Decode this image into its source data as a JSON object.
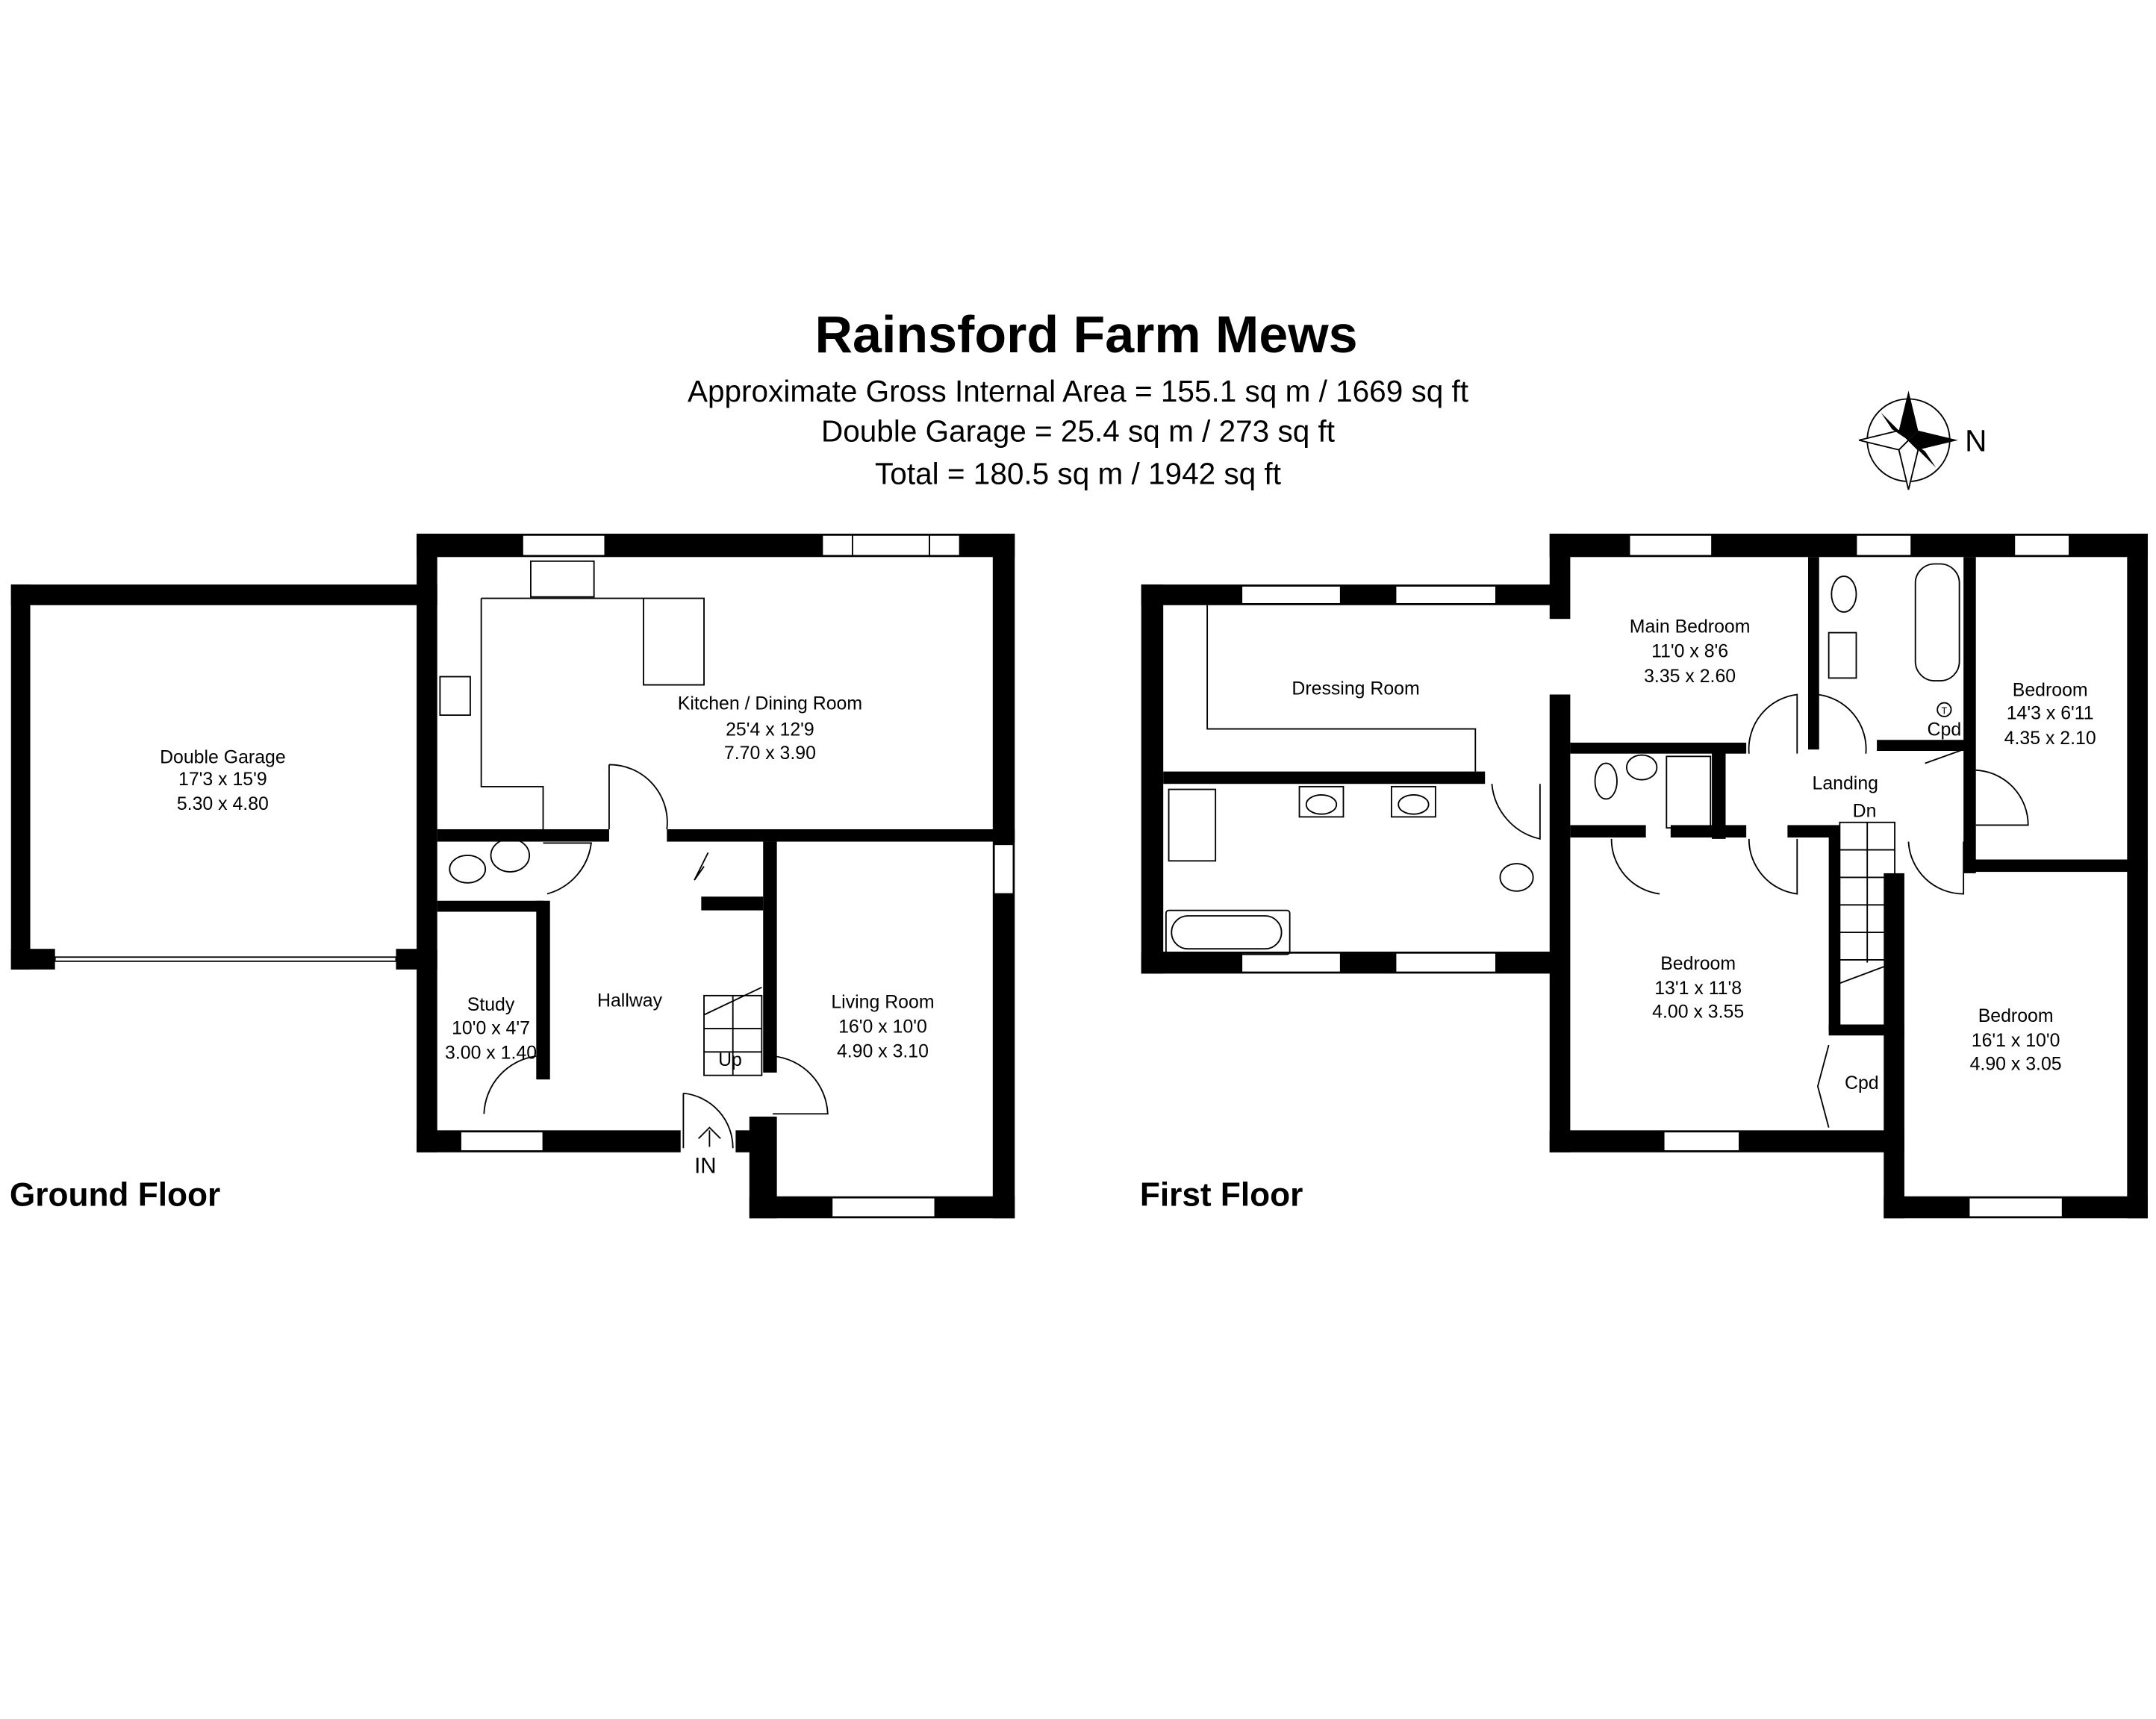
{
  "header": {
    "title": "Rainsford Farm Mews",
    "lines": [
      "Approximate Gross Internal Area = 155.1 sq m / 1669 sq ft",
      "Double Garage = 25.4 sq m / 273 sq ft",
      "Total = 180.5 sq m / 1942 sq ft"
    ]
  },
  "compass": {
    "icon": "compass-rose-icon",
    "label": "N"
  },
  "ground_floor": {
    "label": "Ground Floor",
    "entrance": "IN",
    "stairs": "Up",
    "rooms": {
      "garage": {
        "name": "Double Garage",
        "imperial": "17'3 x 15'9",
        "metric": "5.30 x 4.80"
      },
      "kitchen": {
        "name": "Kitchen / Dining Room",
        "imperial": "25'4 x 12'9",
        "metric": "7.70 x 3.90"
      },
      "study": {
        "name": "Study",
        "imperial": "10'0 x 4'7",
        "metric": "3.00 x 1.40"
      },
      "hallway": {
        "name": "Hallway"
      },
      "living": {
        "name": "Living Room",
        "imperial": "16'0 x 10'0",
        "metric": "4.90 x 3.10"
      }
    }
  },
  "first_floor": {
    "label": "First Floor",
    "stairs": "Dn",
    "rooms": {
      "dressing": {
        "name": "Dressing Room"
      },
      "main_bed": {
        "name": "Main Bedroom",
        "imperial": "11'0 x 8'6",
        "metric": "3.35 x 2.60"
      },
      "bed_small": {
        "name": "Bedroom",
        "imperial": "14'3 x 6'11",
        "metric": "4.35 x 2.10"
      },
      "bed_mid": {
        "name": "Bedroom",
        "imperial": "13'1 x 11'8",
        "metric": "4.00 x 3.55"
      },
      "bed_large": {
        "name": "Bedroom",
        "imperial": "16'1 x 10'0",
        "metric": "4.90 x 3.05"
      },
      "landing": {
        "name": "Landing"
      },
      "cpd1": {
        "name": "Cpd",
        "tank": "T"
      },
      "cpd2": {
        "name": "Cpd"
      }
    }
  }
}
